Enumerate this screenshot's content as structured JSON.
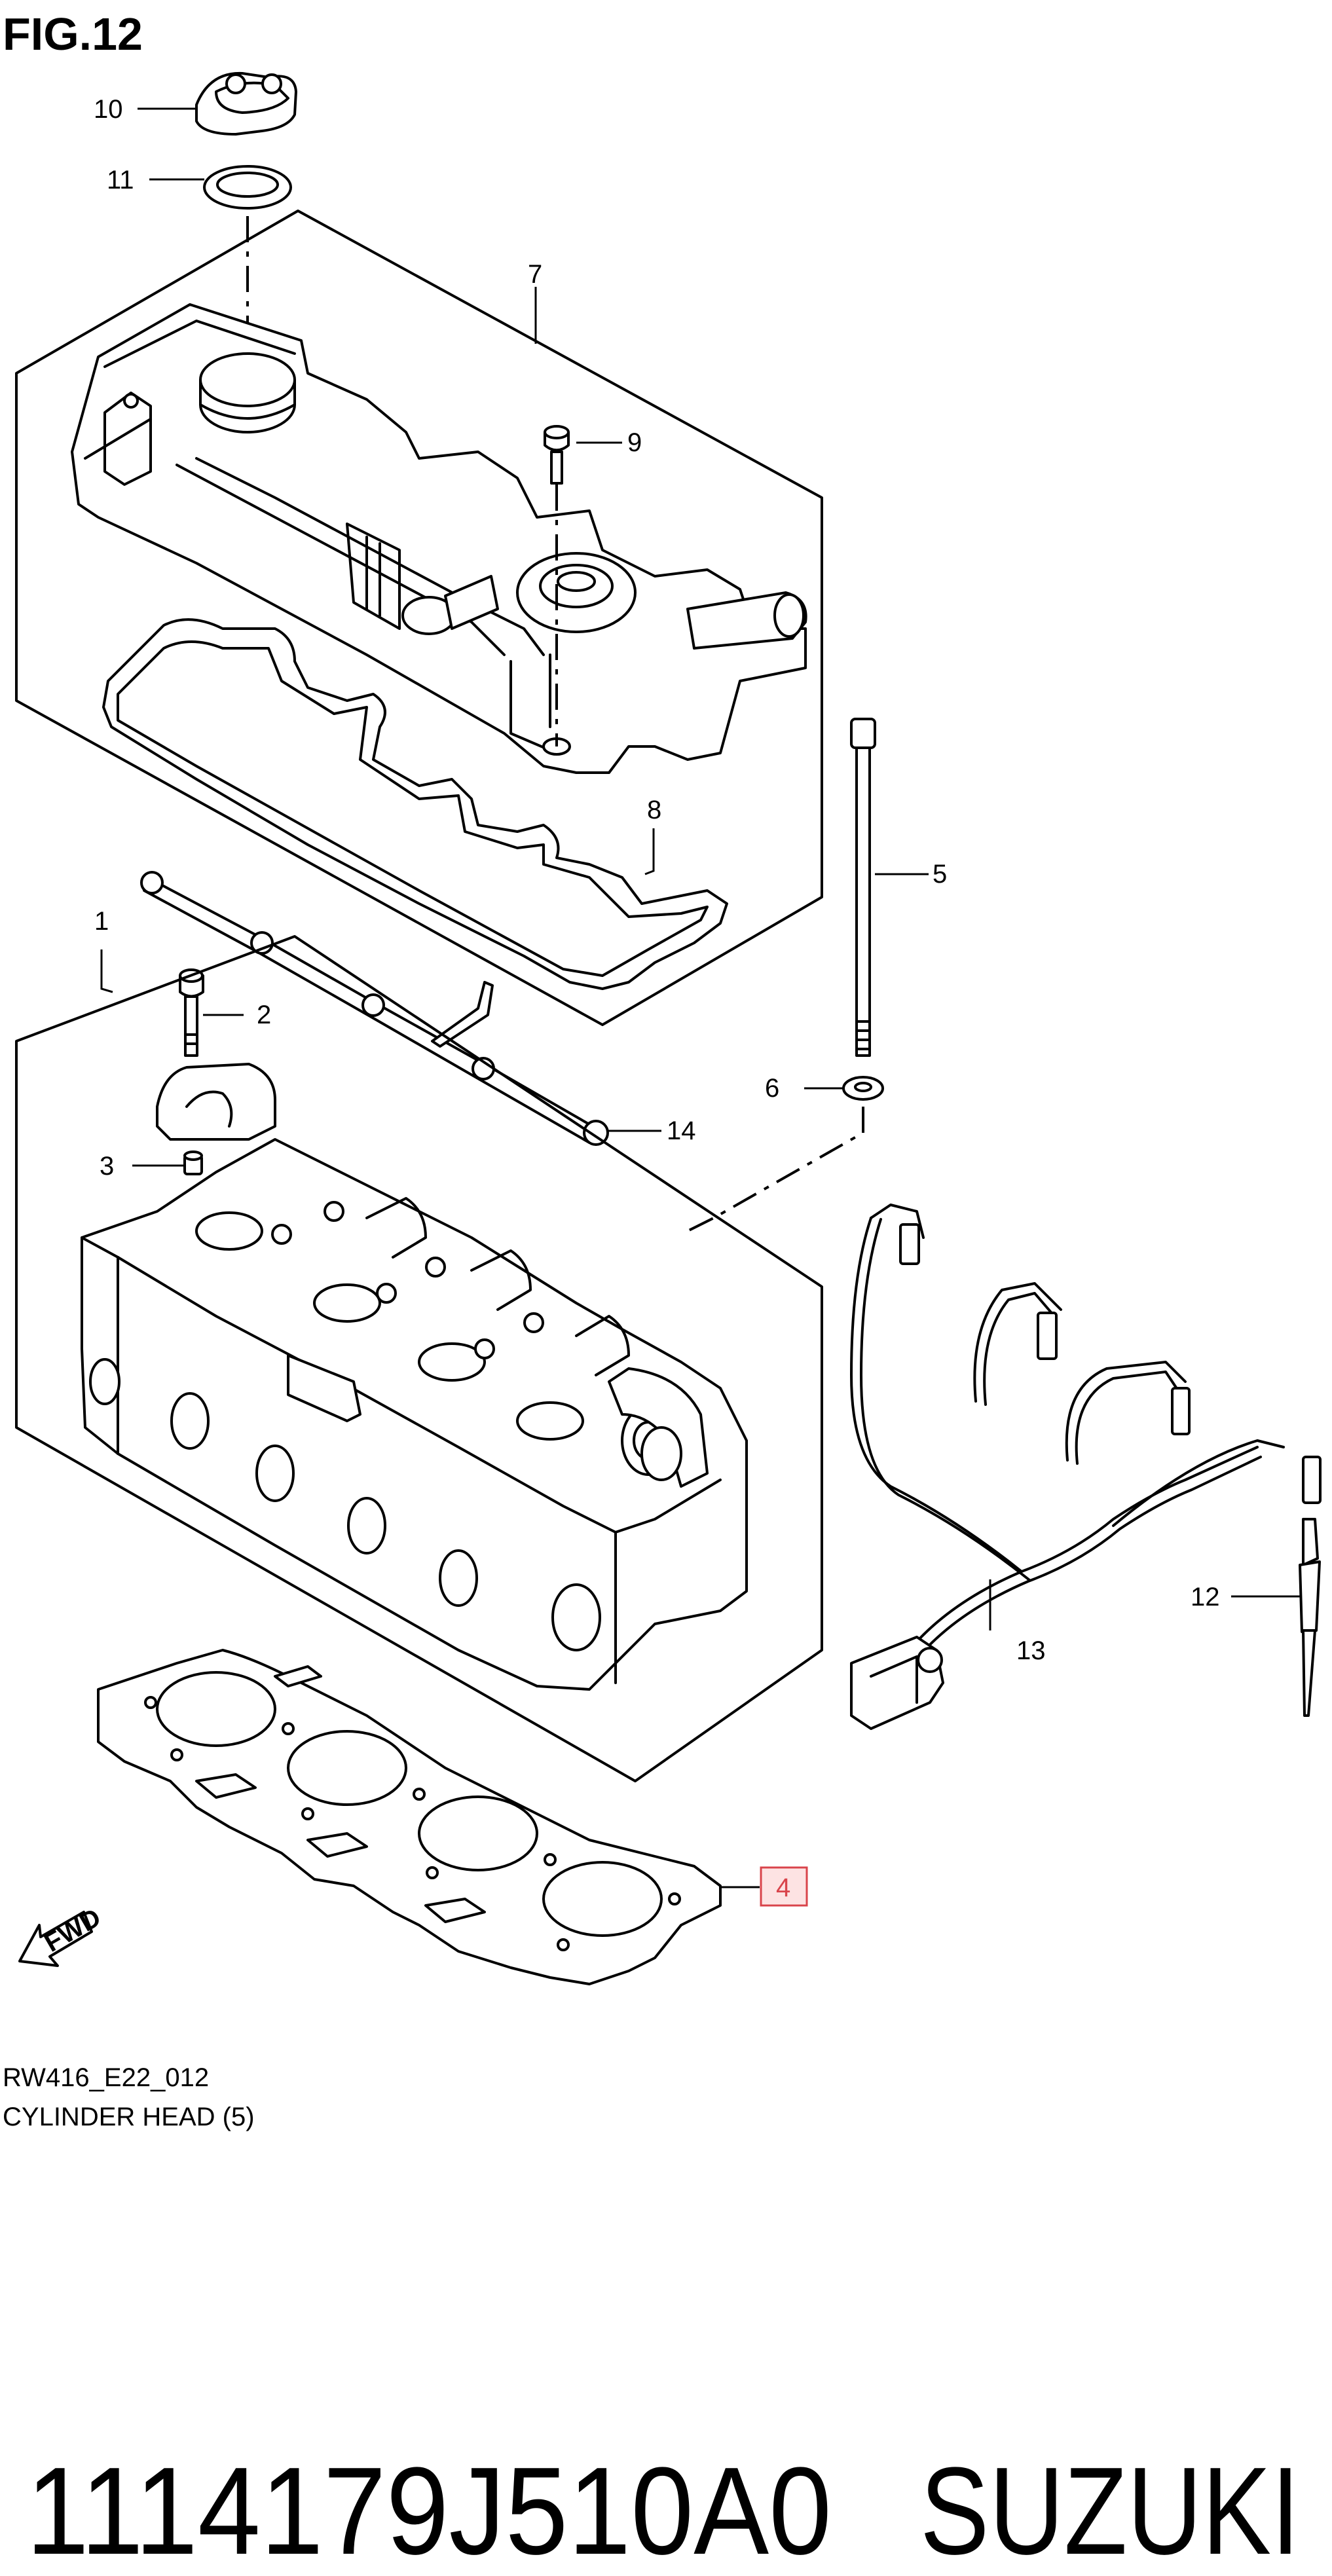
{
  "figure_title": "FIG.12",
  "callouts": {
    "c1": "1",
    "c2": "2",
    "c3": "3",
    "c4": "4",
    "c5": "5",
    "c6": "6",
    "c7": "7",
    "c8": "8",
    "c9": "9",
    "c10": "10",
    "c11": "11",
    "c12": "12",
    "c13": "13",
    "c14": "14"
  },
  "direction_label": "FWD",
  "drawing_code": "RW416_E22_012",
  "section_title": "CYLINDER HEAD (5)",
  "part_number": "1114179J510A0",
  "brand": "SUZUKI",
  "colors": {
    "highlight_fill": "#fde3e3",
    "highlight_stroke": "#d9444b"
  }
}
